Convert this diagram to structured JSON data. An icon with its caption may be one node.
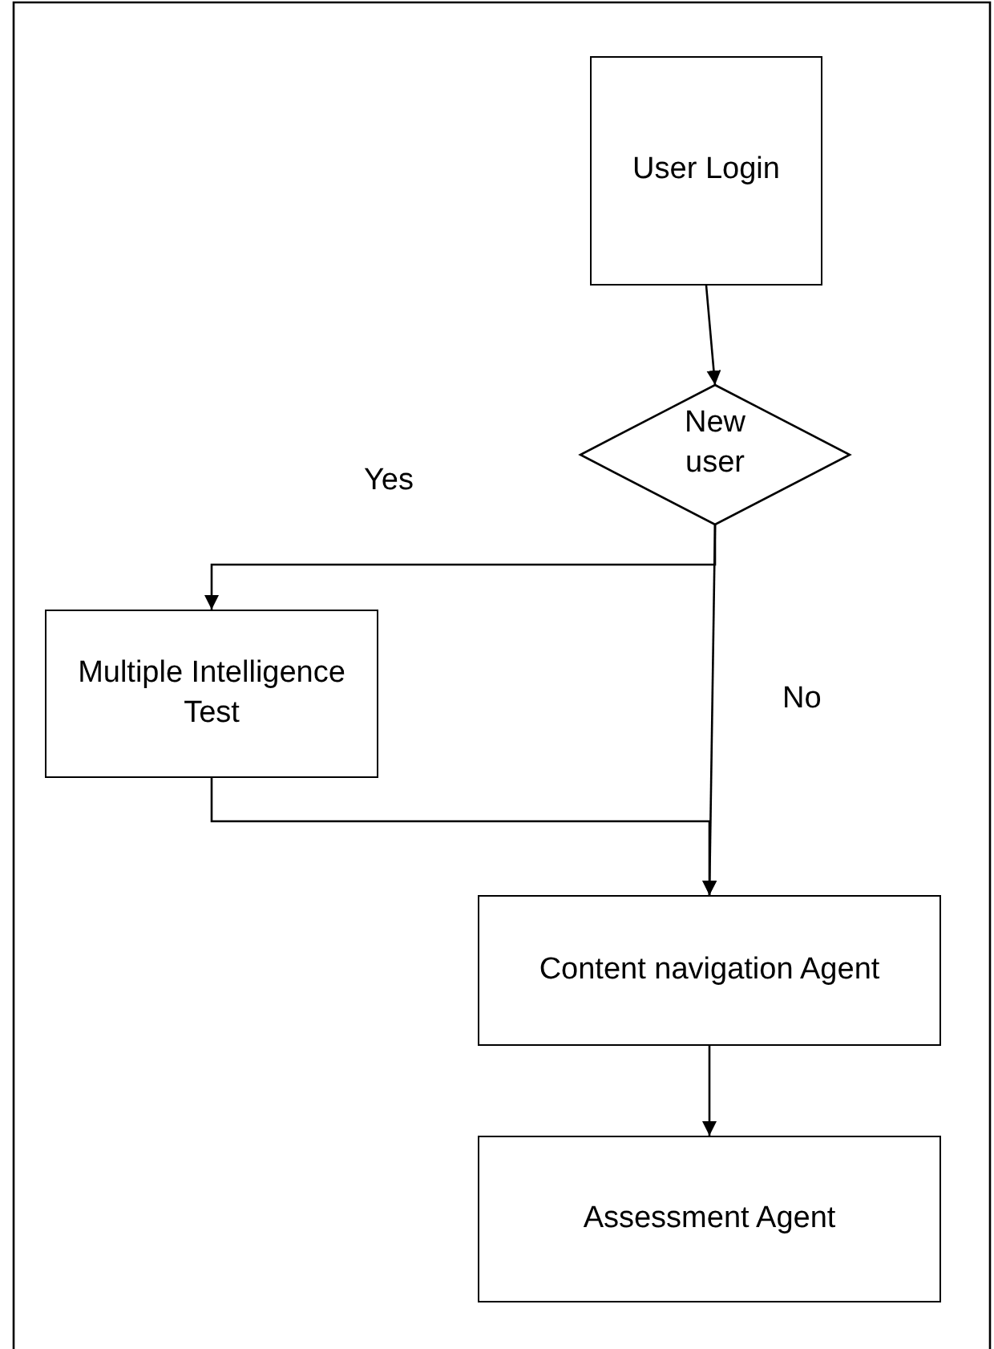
{
  "diagram": {
    "nodes": [
      {
        "text": [
          "User Login"
        ]
      },
      {
        "text": [
          "New user"
        ]
      },
      {
        "text": [
          "Multiple Intelligence Test"
        ]
      },
      {
        "text": [
          "Content navigation Agent"
        ]
      },
      {
        "text": [
          "Assessment Agent"
        ]
      }
    ],
    "edges": [
      {
        "from": 0,
        "to": 1,
        "arrow": "to"
      },
      {
        "from": 1,
        "to": 2,
        "arrow": "to",
        "label": "Yes"
      },
      {
        "from": 1,
        "to": 3,
        "arrow": "to",
        "label": "No"
      },
      {
        "from": 2,
        "to": 3,
        "arrow": "to"
      },
      {
        "from": 3,
        "to": 4,
        "arrow": "to"
      }
    ]
  }
}
